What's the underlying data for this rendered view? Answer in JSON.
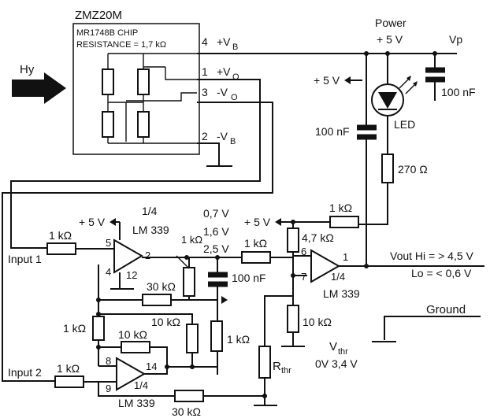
{
  "sensor": {
    "title": "ZMZ20M",
    "chip": "MR1748B CHIP",
    "resistance": "RESISTANCE = 1,7 kΩ",
    "pin4": "4",
    "pin4_sig": "+V",
    "pin4_sub": "B",
    "pin1": "1",
    "pin1_sig": "+V",
    "pin1_sub": "O",
    "pin3": "3",
    "pin3_sig": "-V",
    "pin3_sub": "O",
    "pin2": "2",
    "pin2_sig": "-V",
    "pin2_sub": "B",
    "field_label": "Hy"
  },
  "power": {
    "title": "Power",
    "supply": "+ 5 V",
    "rail": "Vp",
    "cap_top": "100 nF",
    "led": "LED",
    "plus5_a": "+ 5 V",
    "cap_mid": "100 nF",
    "r_led": "270 Ω"
  },
  "comp_a": {
    "plus5": "+ 5 V",
    "fraction": "1/4",
    "part": "LM 339",
    "pin5": "5",
    "pin4": "4",
    "pin12": "12",
    "pin2": "2",
    "r_in": "1 kΩ",
    "input": "Input 1",
    "r_fb": "30 kΩ"
  },
  "comp_b": {
    "r_in": "1 kΩ",
    "input": "Input 2",
    "pin8": "8",
    "pin9": "9",
    "pin14": "14",
    "fraction": "1/4",
    "part": "LM 339",
    "r_fb1": "10 kΩ",
    "r_fb2": "30 kΩ",
    "r_left": "1 kΩ"
  },
  "middle": {
    "v1": "0,7 V",
    "v2": "1,6 V",
    "v3": "2,5 V",
    "pot": "1 kΩ",
    "cap": "100 nF",
    "r10": "10 kΩ",
    "r1": "1 kΩ",
    "r_series": "1 kΩ"
  },
  "comp_c": {
    "plus5": "+ 5 V",
    "r_pull": "1 kΩ",
    "r_47": "4,7 kΩ",
    "r_10": "10 kΩ",
    "pin6": "6",
    "pin7": "7",
    "pin1": "1",
    "fraction": "1/4",
    "part": "LM 339",
    "rthr": "R",
    "rthr_sub": "thr",
    "vthr": "V",
    "vthr_sub": "thr",
    "vthr_range": "0V 3,4 V"
  },
  "output": {
    "hi": "Vout Hi = > 4,5 V",
    "lo": "Lo = < 0,6 V",
    "ground": "Ground"
  }
}
